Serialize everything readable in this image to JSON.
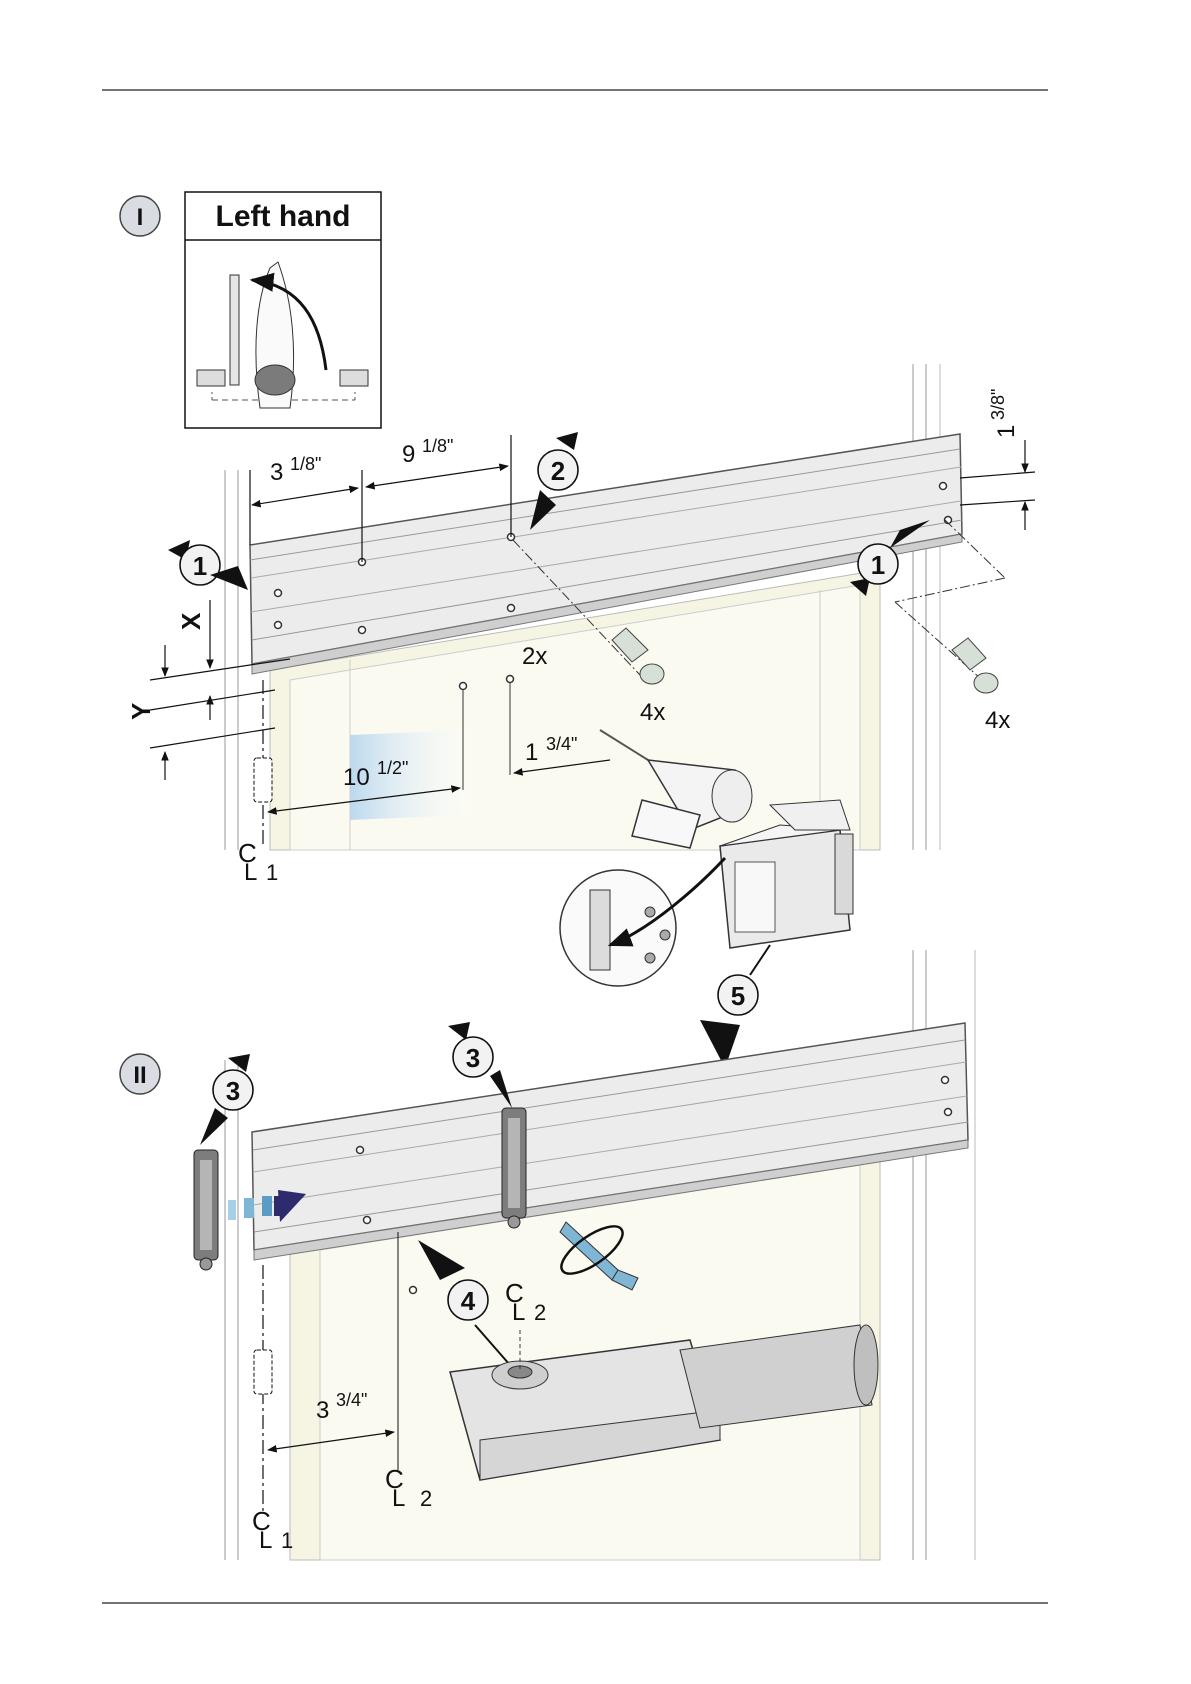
{
  "section_one": {
    "marker": "I",
    "hand_box": {
      "title": "Left hand"
    }
  },
  "section_two": {
    "marker": "II"
  },
  "steps": {
    "s1": "1",
    "s2": "2",
    "s3": "3",
    "s4": "4",
    "s5": "5"
  },
  "dimensions": {
    "d_3_1_8": "3",
    "d_3_1_8_frac": "1/8\"",
    "d_9_1_8": "9",
    "d_9_1_8_frac": "1/8\"",
    "d_1_3_8": "1",
    "d_1_3_8_frac": "3/8\"",
    "d_10_1_2": "10",
    "d_10_1_2_frac": "1/2\"",
    "d_1_3_4": "1",
    "d_1_3_4_frac": "3/4\"",
    "d_3_3_4": "3",
    "d_3_3_4_frac": "3/4\""
  },
  "labels": {
    "x": "X",
    "y": "Y",
    "qty_2x": "2x",
    "qty_4x_a": "4x",
    "qty_4x_b": "4x",
    "cl": "L",
    "cl1_num": "1",
    "cl2_num": "2"
  },
  "colors": {
    "rail": "#e9e9e9",
    "frame": "#f4f2dc",
    "wall": "#f2f2f2",
    "accent_blue": "#7fb6d6",
    "arrow_navy": "#2d2a6e"
  }
}
